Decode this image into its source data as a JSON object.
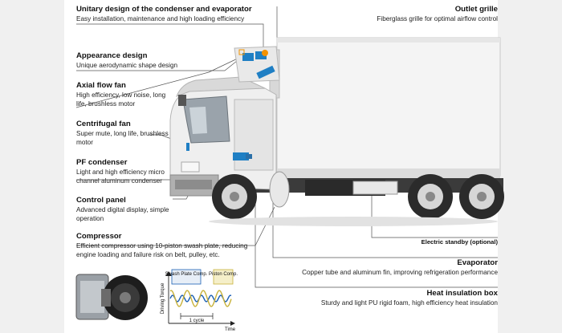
{
  "features": {
    "unitary": {
      "title": "Unitary design of the condenser and evaporator",
      "desc": "Easy installation, maintenance and high loading efficiency"
    },
    "appearance": {
      "title": "Appearance design",
      "desc": "Unique aerodynamic shape design"
    },
    "axial": {
      "title": "Axial flow fan",
      "desc": "High efficiency, low noise, long life, brushless motor"
    },
    "centrifugal": {
      "title": "Centrifugal fan",
      "desc": "Super mute, long life, brushless motor"
    },
    "pf": {
      "title": "PF condenser",
      "desc": "Light and high efficiency micro channel aluminum condenser"
    },
    "control": {
      "title": "Control panel",
      "desc": "Advanced digital display, simple operation"
    },
    "compressor": {
      "title": "Compressor",
      "desc": "Efficient compressor using 10-piston swash plate, reducing engine loading and failure risk on belt, pulley, etc."
    },
    "outlet": {
      "title": "Outlet grille",
      "desc": "Fiberglass grille for optimal airflow control"
    },
    "standby": {
      "title": "Electric standby (optional)"
    },
    "evaporator": {
      "title": "Evaporator",
      "desc": "Copper tube and aluminum fin, improving refrigeration performance"
    },
    "insulation": {
      "title": "Heat insulation box",
      "desc": "Sturdy and light PU rigid foam, high efficiency heat insulation"
    }
  },
  "torque_chart": {
    "ylabel": "Driving Torque",
    "xlabel": "Time",
    "cycle_label": "1 cycle",
    "legend_swash": "Swash Plate Comp.",
    "legend_piston": "Piston Comp.",
    "colors": {
      "swash": "#1a5fb4",
      "piston": "#c8b23a"
    }
  },
  "colors": {
    "accent_orange": "#f39200",
    "accent_blue": "#1f7fc4"
  }
}
